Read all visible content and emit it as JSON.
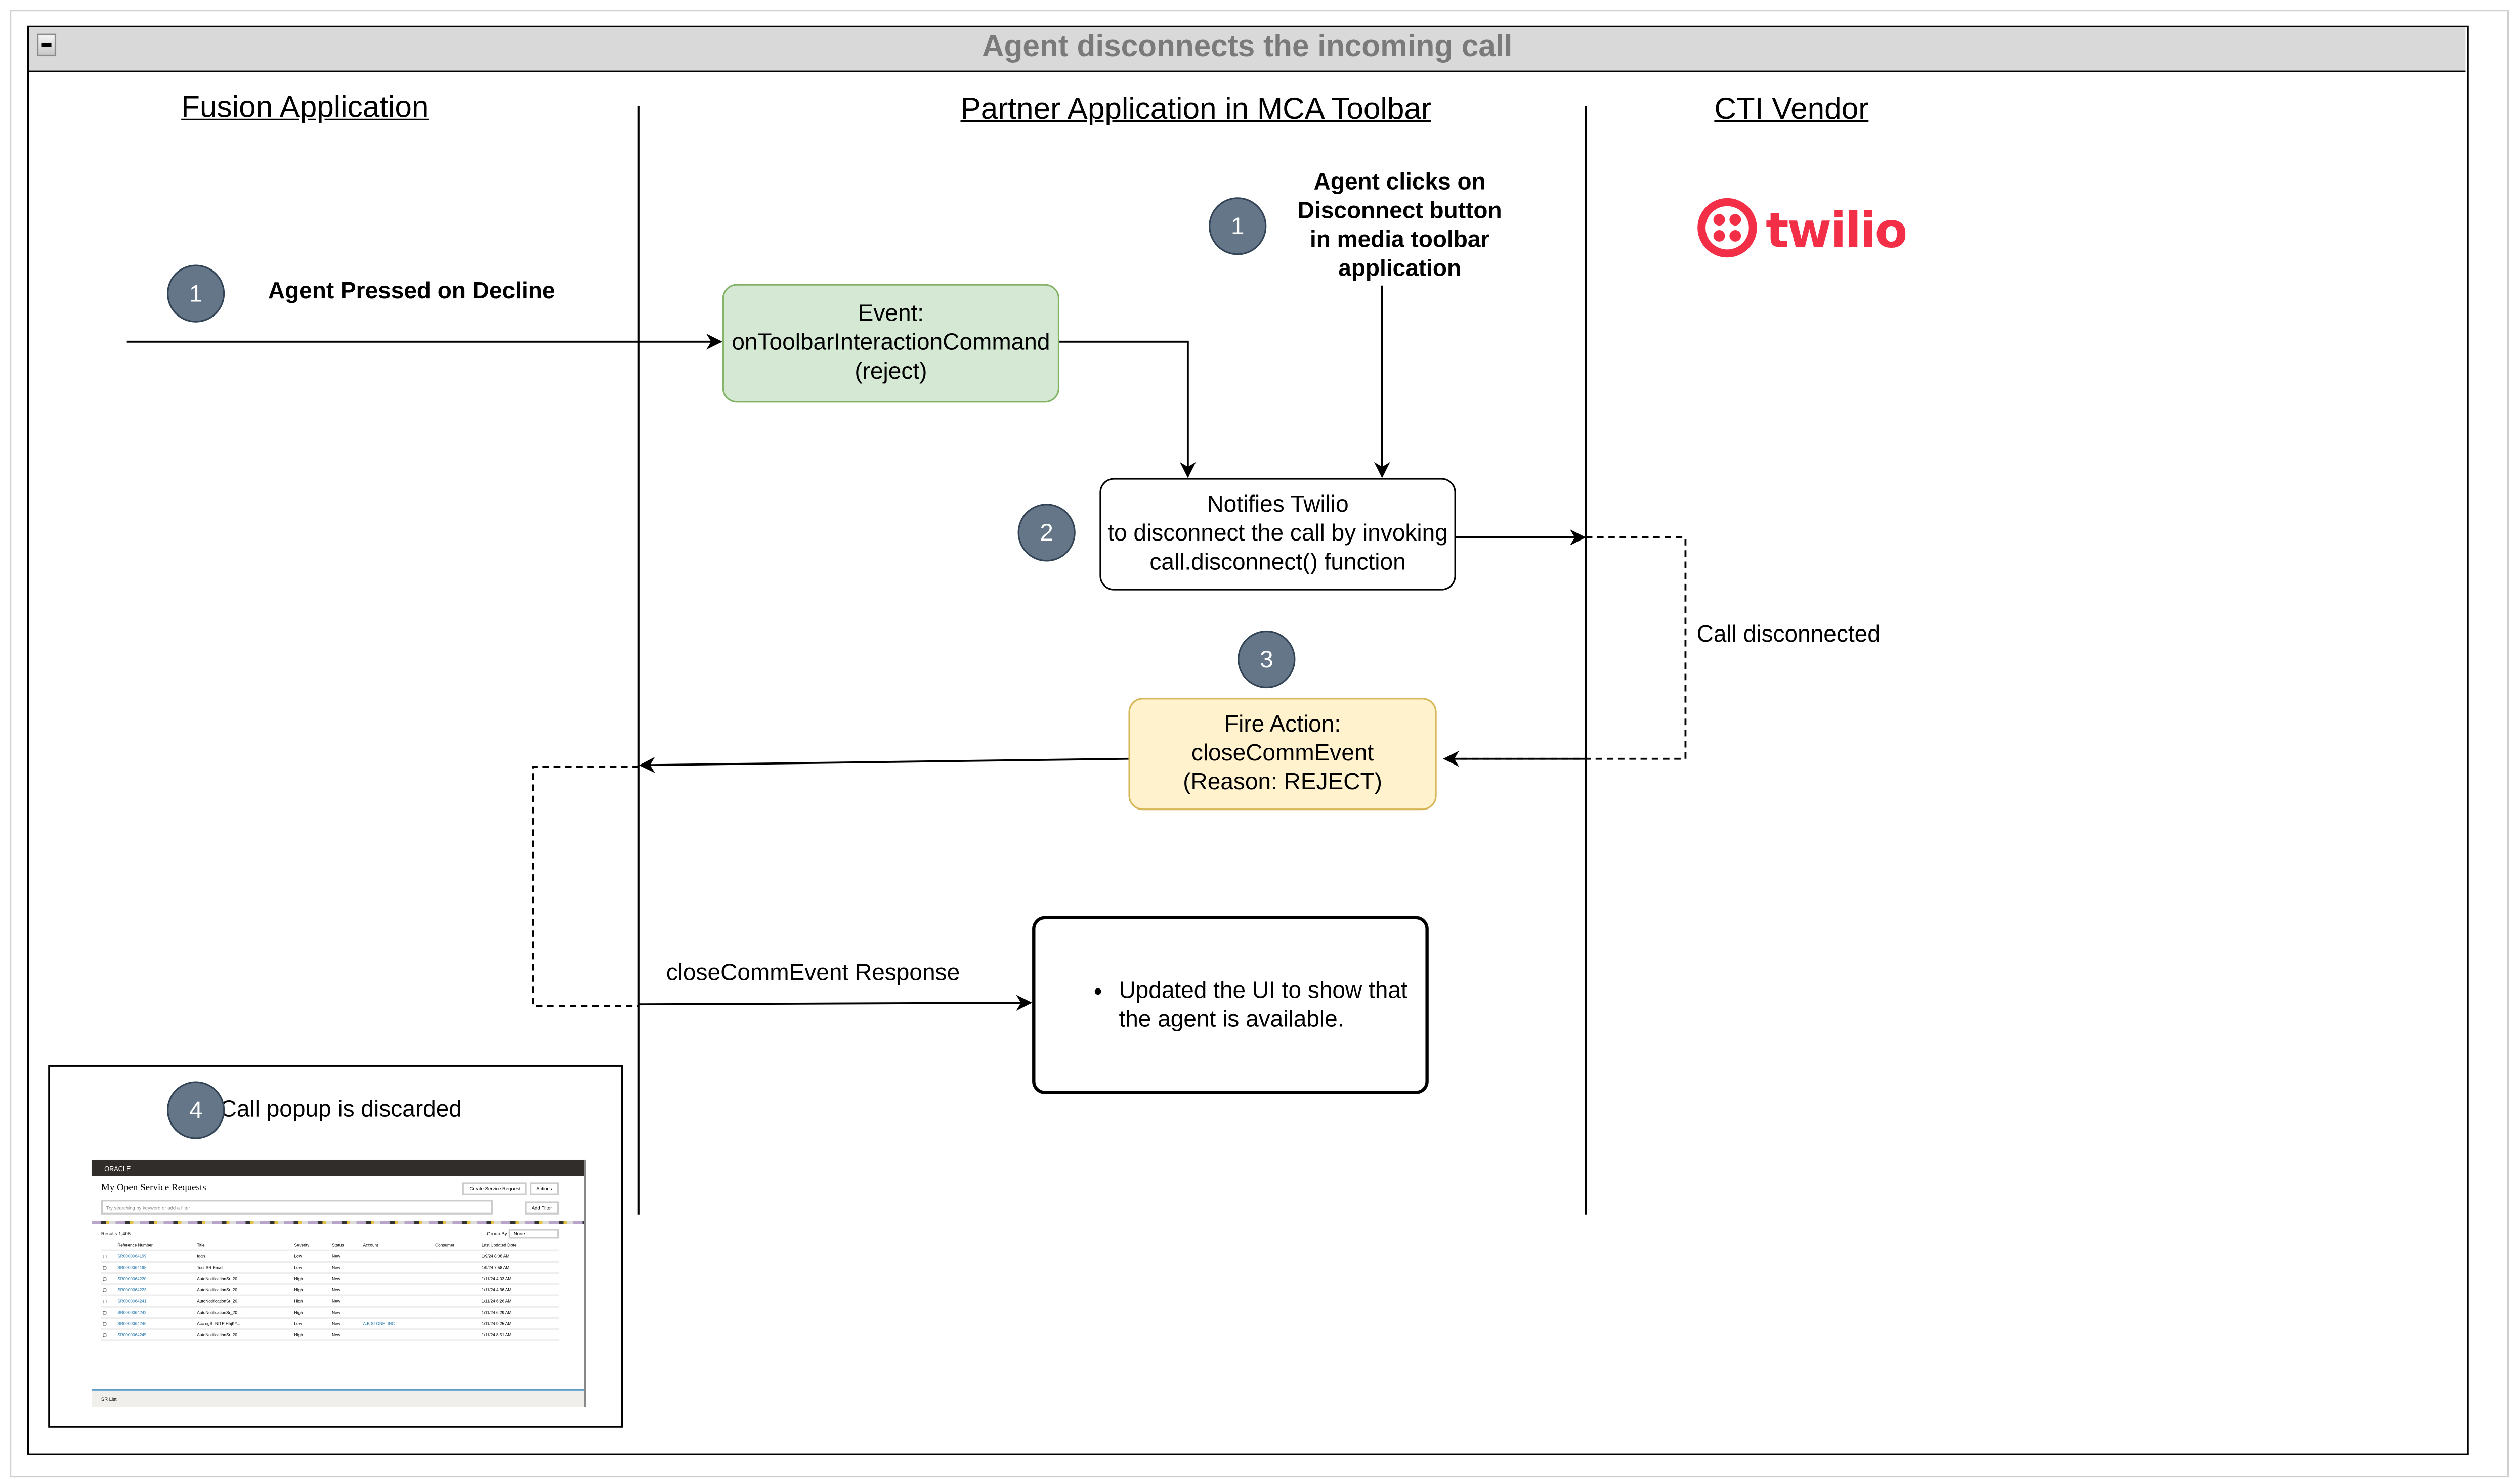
{
  "title": "Agent disconnects the incoming call",
  "lanes": {
    "fusion": "Fusion Application",
    "partner": "Partner Application in MCA Toolbar",
    "cti": "CTI Vendor"
  },
  "steps": {
    "fusion_1": {
      "number": "1",
      "label": "Agent Pressed on Decline"
    },
    "partner_1": {
      "number": "1",
      "lines": [
        "Agent clicks on",
        "Disconnect button",
        "in media toolbar",
        "application"
      ]
    },
    "step_2": {
      "number": "2"
    },
    "step_3": {
      "number": "3"
    },
    "step_4": {
      "number": "4",
      "label": "Call popup is discarded"
    }
  },
  "boxes": {
    "event": [
      "Event:",
      "onToolbarInteractionCommand",
      "(reject)"
    ],
    "notify": [
      "Notifies Twilio",
      "to disconnect the call by invoking",
      "call.disconnect() function"
    ],
    "fire": [
      "Fire Action:",
      "closeCommEvent",
      "(Reason: REJECT)"
    ],
    "updated": "Updated the UI to show that the agent is available."
  },
  "labels": {
    "call_disconnected": "Call disconnected",
    "response": "closeCommEvent Response"
  },
  "logo": {
    "text": "twilio",
    "color": "#f22f46"
  },
  "colors": {
    "step_circle": "#647687",
    "event_fill": "#d5e8d4",
    "fire_fill": "#fff2cc"
  },
  "thumbnail": {
    "brand": "ORACLE",
    "page_title": "My Open Service Requests",
    "search_placeholder": "Try searching by keyword or add a filter",
    "create_button": "Create Service Request",
    "actions_button": "Actions",
    "add_filter": "Add Filter",
    "results": "Results 1,405",
    "group_by": "Group By",
    "group_value": "None",
    "columns": [
      "Reference Number",
      "Title",
      "Severity",
      "Status",
      "Account",
      "Consumer",
      "Last Updated Date"
    ],
    "rows": [
      [
        "SR0000064199",
        "fggh",
        "Low",
        "New",
        "",
        "",
        "1/9/24 8:08 AM"
      ],
      [
        "SR0000064198",
        "Test SR Email",
        "Low",
        "New",
        "",
        "",
        "1/9/24 7:58 AM"
      ],
      [
        "SR0000064220",
        "AutoNotificationSr_20...",
        "High",
        "New",
        "",
        "",
        "1/11/24 4:03 AM"
      ],
      [
        "SR0000064223",
        "AutoNotificationSr_20...",
        "High",
        "New",
        "",
        "",
        "1/11/24 4:36 AM"
      ],
      [
        "SR0000064241",
        "AutoNotificationSr_20...",
        "High",
        "New",
        "",
        "",
        "1/11/24 6:26 AM"
      ],
      [
        "SR0000064242",
        "AutoNotificationSr_20...",
        "High",
        "New",
        "",
        "",
        "1/11/24 6:29 AM"
      ],
      [
        "SR0000064246",
        "Acc egS -NITP HhjKY...",
        "Low",
        "New",
        "A.B STONE, INC",
        "",
        "1/11/24 9:25 AM"
      ],
      [
        "SR0000064245",
        "AutoNotificationSr_20...",
        "High",
        "New",
        "",
        "",
        "1/11/24 8:51 AM"
      ]
    ],
    "footer_tab": "SR List"
  }
}
